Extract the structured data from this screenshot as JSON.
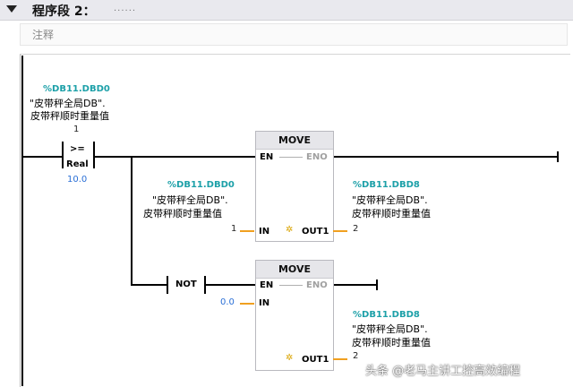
{
  "network": {
    "title": "程序段 2：",
    "title_dots": "......",
    "comment": "注释"
  },
  "compare": {
    "address": "%DB11.DBD0",
    "symbol_line1": "\"皮带秤全局DB\".",
    "symbol_line2": "皮带秤顺时重量值",
    "in1_value": "1",
    "operator": ">=",
    "type": "Real",
    "in2_value": "10.0"
  },
  "move1": {
    "title": "MOVE",
    "en": "EN",
    "eno": "ENO",
    "in_label": "IN",
    "out_label": "OUT1",
    "in_address": "%DB11.DBD0",
    "in_symbol_line1": "\"皮带秤全局DB\".",
    "in_symbol_line2": "皮带秤顺时重量值",
    "in_value": "1",
    "out_address": "%DB11.DBD8",
    "out_symbol_line1": "\"皮带秤全局DB\".",
    "out_symbol_line2": "皮带秤顺时重量值",
    "out_value": "2"
  },
  "not_contact": {
    "label": "NOT"
  },
  "move2": {
    "title": "MOVE",
    "en": "EN",
    "eno": "ENO",
    "in_label": "IN",
    "out_label": "OUT1",
    "in_value": "0.0",
    "out_address": "%DB11.DBD8",
    "out_symbol_line1": "\"皮带秤全局DB\".",
    "out_symbol_line2": "皮带秤顺时重量值",
    "out_value": "2"
  },
  "watermark": "头条 @老马主讲工控高效编程",
  "colors": {
    "address": "#1ca0a8",
    "wire": "#000000",
    "pin_stub": "#f0a020",
    "constant": "#2a6fd6",
    "header_bg": "#e9e9ee"
  }
}
